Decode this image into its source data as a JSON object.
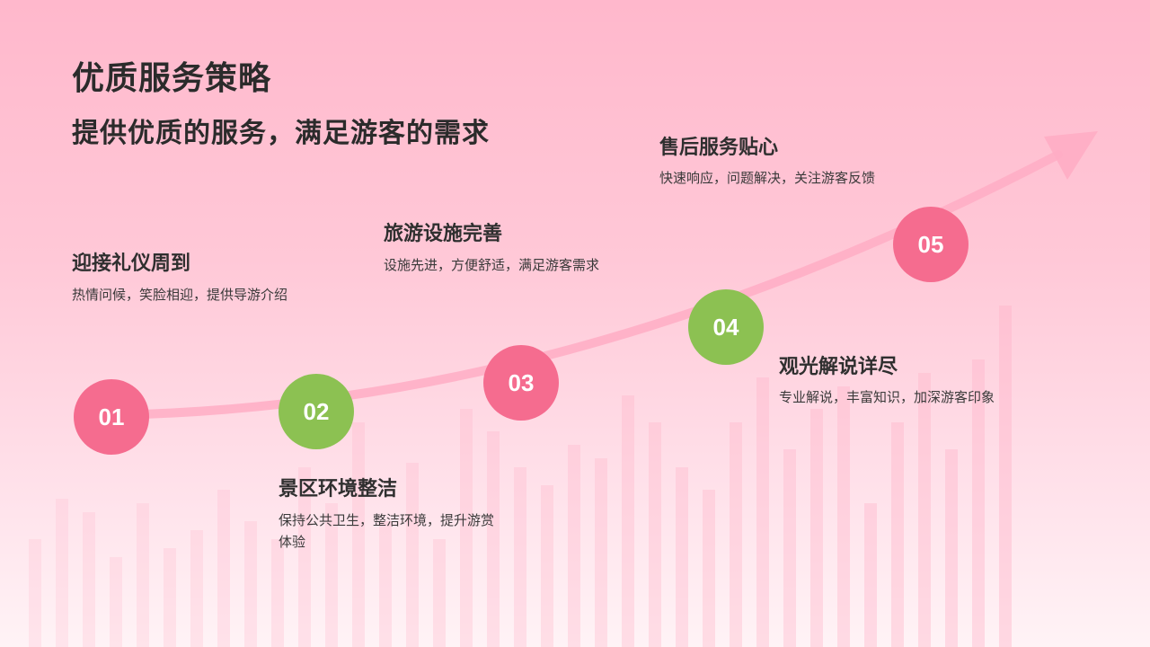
{
  "title": "优质服务策略",
  "subtitle": "提供优质的服务，满足游客的需求",
  "colors": {
    "pink": "#f56c8f",
    "green": "#8cc152",
    "arrow": "#ffadc4"
  },
  "steps": [
    {
      "number": "01",
      "title": "迎接礼仪周到",
      "desc": "热情问候，笑脸相迎，提供导游介绍"
    },
    {
      "number": "02",
      "title": "景区环境整洁",
      "desc": "保持公共卫生，整洁环境，提升游赏体验"
    },
    {
      "number": "03",
      "title": "旅游设施完善",
      "desc": "设施先进，方便舒适，满足游客需求"
    },
    {
      "number": "04",
      "title": "观光解说详尽",
      "desc": "专业解说，丰富知识，加深游客印象"
    },
    {
      "number": "05",
      "title": "售后服务贴心",
      "desc": "快速响应，问题解决，关注游客反馈"
    }
  ]
}
